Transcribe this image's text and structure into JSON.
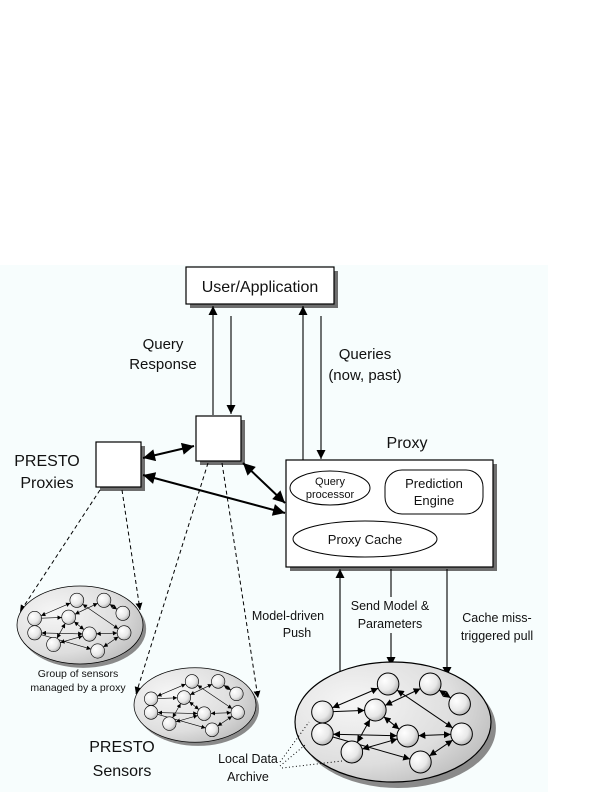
{
  "nodes": {
    "user_app": "User/Application",
    "proxy_title": "Proxy",
    "query_processor": [
      "Query",
      "processor"
    ],
    "prediction_engine": [
      "Prediction",
      "Engine"
    ],
    "proxy_cache": "Proxy Cache",
    "presto_proxies": [
      "PRESTO",
      "Proxies"
    ],
    "presto_sensors": [
      "PRESTO",
      "Sensors"
    ]
  },
  "labels": {
    "query_response": [
      "Query",
      "Response"
    ],
    "queries": [
      "Queries",
      "(now, past)"
    ],
    "model_driven_push": [
      "Model-driven",
      "Push"
    ],
    "send_model": [
      "Send Model &",
      "Parameters"
    ],
    "cache_miss": [
      "Cache miss-",
      "triggered pull"
    ],
    "group_caption": [
      "Group of sensors",
      "managed by a proxy"
    ],
    "local_data_archive": [
      "Local Data",
      "Archive"
    ]
  },
  "colors": {
    "background": "#f7fdfd",
    "stroke": "#000000",
    "shadow": "#6e6e6e",
    "cloud_light": "#f2f2f2",
    "cloud_dark": "#b8b8b8"
  }
}
